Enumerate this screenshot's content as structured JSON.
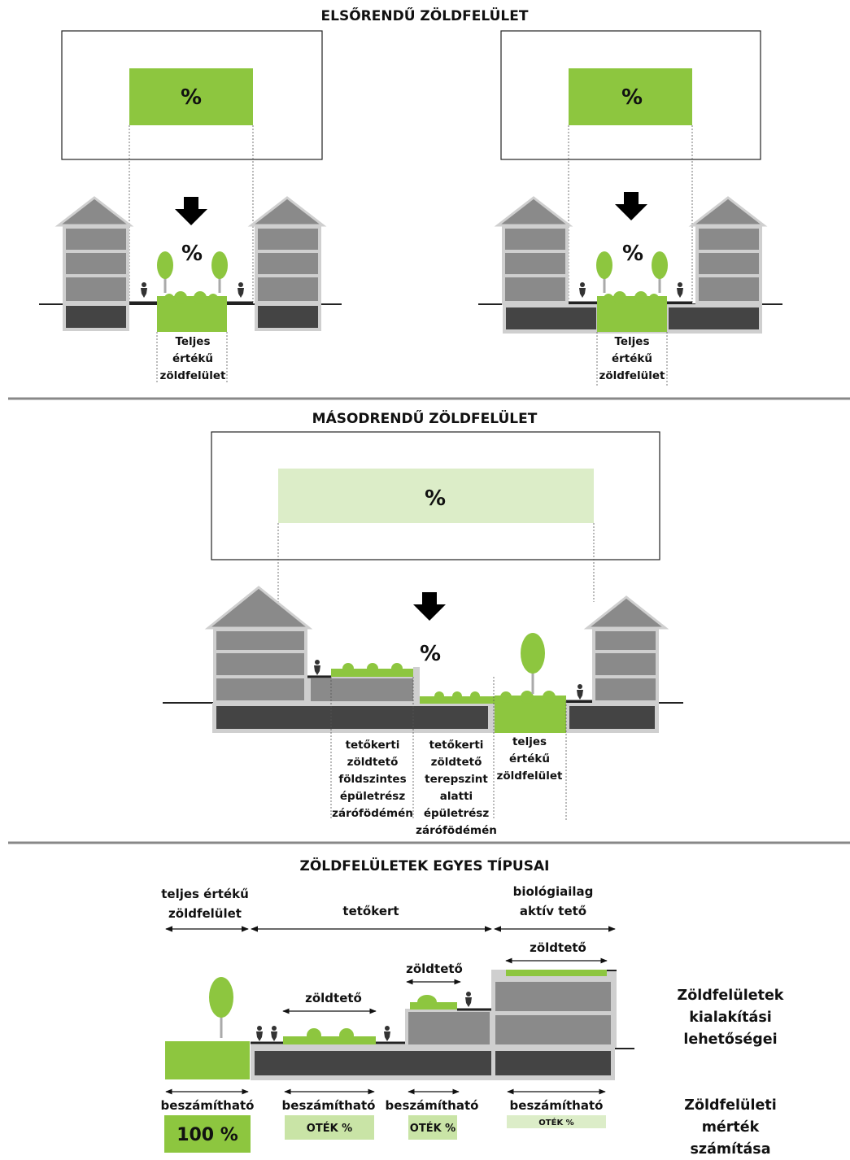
{
  "section1": {
    "title": "ELSŐRENDŰ ZÖLDFELÜLET",
    "left": {
      "percent_box": "%",
      "arrow_percent": "%",
      "label": [
        "Teljes",
        "értékű",
        "zöldfelület"
      ]
    },
    "right": {
      "percent_box": "%",
      "arrow_percent": "%",
      "label": [
        "Teljes",
        "értékű",
        "zöldfelület"
      ]
    }
  },
  "section2": {
    "title": "MÁSODRENDŰ ZÖLDFELÜLET",
    "percent_box": "%",
    "arrow_percent": "%",
    "labels": {
      "roof_ground": [
        "tetőkerti",
        "zöldtető",
        "földszintes",
        "épületrész",
        "zárófödémén"
      ],
      "roof_underground": [
        "tetőkerti",
        "zöldtető",
        "terepszint",
        "alatti",
        "épületrész",
        "zárófödémén"
      ],
      "full_value": [
        "teljes",
        "értékű",
        "zöldfelület"
      ]
    }
  },
  "section3": {
    "title": "ZÖLDFELÜLETEK EGYES TÍPUSAI",
    "categories": {
      "full_value": [
        "teljes értékű",
        "zöldfelület"
      ],
      "roof_garden": "tetőkert",
      "bio_roof": [
        "biológiailag",
        "aktív tető"
      ]
    },
    "green_roof_labels": [
      "zöldtető",
      "zöldtető",
      "zöldtető"
    ],
    "side_top": [
      "Zöldfelületek",
      "kialakítási",
      "lehetőségei"
    ],
    "side_bottom": [
      "Zöldfelületi",
      "mérték",
      "számítása"
    ],
    "credits": [
      {
        "label": "beszámítható",
        "badge": "100 %"
      },
      {
        "label": "beszámítható",
        "badge": "OTÉK %"
      },
      {
        "label": "beszámítható",
        "badge": "OTÉK %"
      },
      {
        "label": "beszámítható",
        "badge": "OTÉK %"
      }
    ]
  },
  "colors": {
    "green": "#8dc63f",
    "light_green": "#c9e4a6",
    "pale_green": "#dcedc8",
    "gray": "#8a8a8a",
    "dark_gray": "#444444",
    "wall_gray": "#cfcfcf"
  }
}
